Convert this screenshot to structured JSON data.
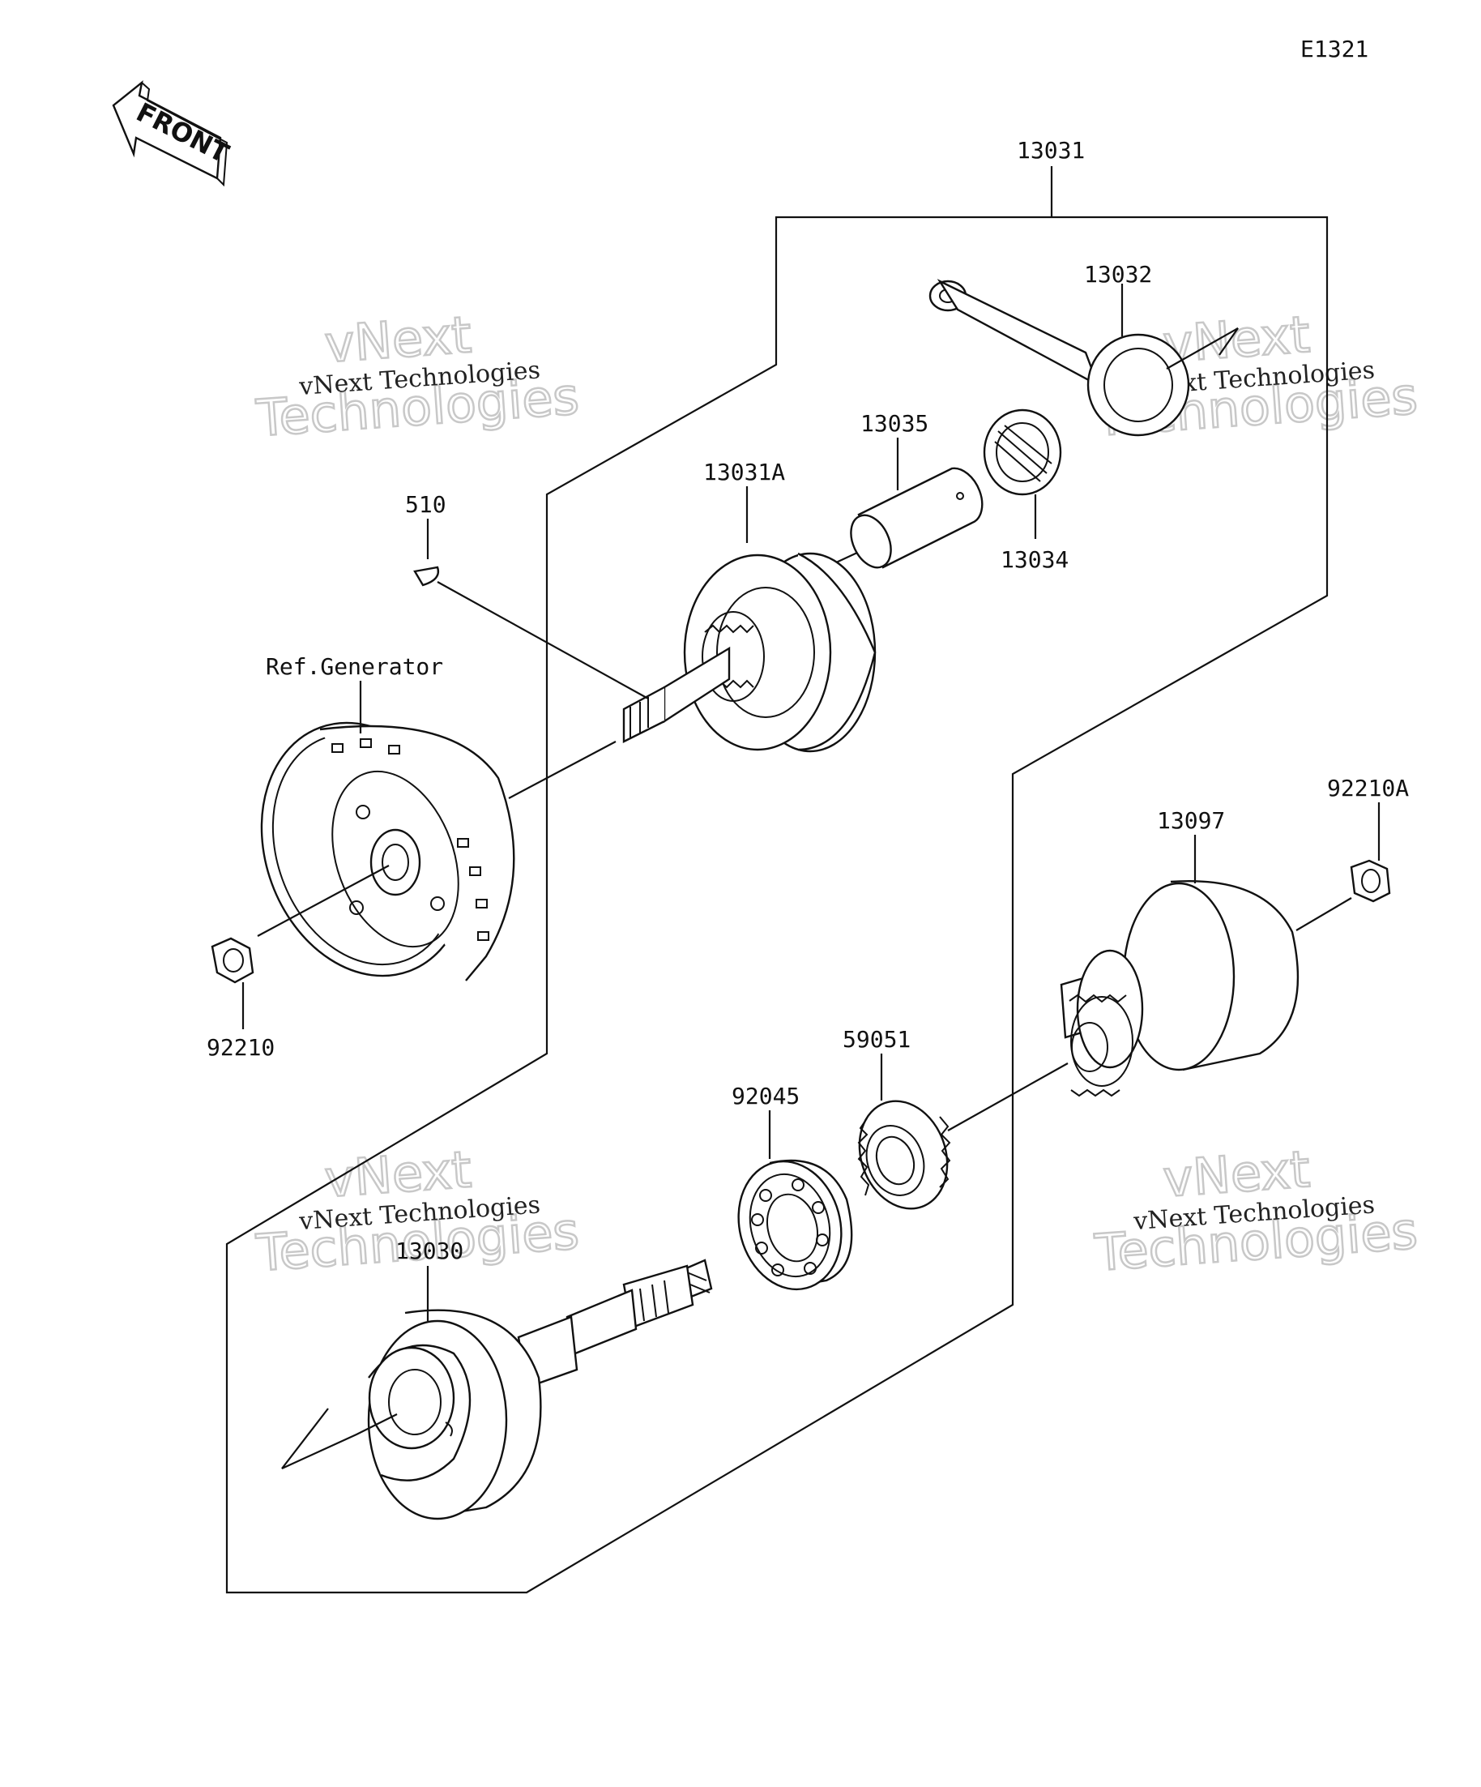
{
  "diagram_code": "E1321",
  "front_arrow_label": "FRONT",
  "callouts": {
    "c13031": "13031",
    "c13032": "13032",
    "c13035": "13035",
    "c13034": "13034",
    "c13031A": "13031A",
    "c510": "510",
    "ref_generator": "Ref.Generator",
    "c92210": "92210",
    "c92210A": "92210A",
    "c13097": "13097",
    "c59051": "59051",
    "c92045": "92045",
    "c13030": "13030"
  },
  "watermark": {
    "line1": "vNext",
    "line2": "Technologies",
    "caption": "vNext Technologies"
  }
}
